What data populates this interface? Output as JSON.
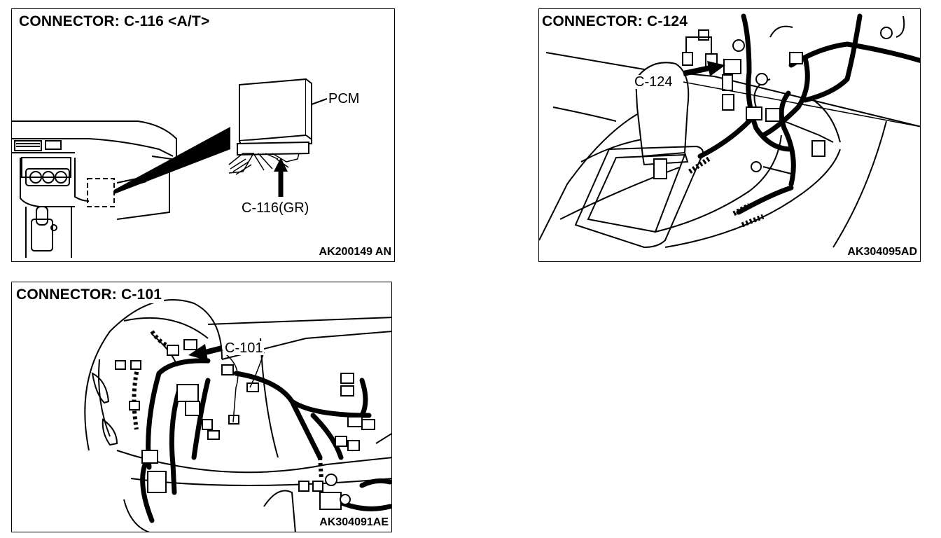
{
  "panels": {
    "c116": {
      "title": "CONNECTOR: C-116 <A/T>",
      "pcm_label": "PCM",
      "connector_label": "C-116(GR)",
      "figure_code": "AK200149 AN"
    },
    "c124": {
      "title": "CONNECTOR: C-124",
      "connector_label": "C-124",
      "figure_code": "AK304095AD"
    },
    "c101": {
      "title": "CONNECTOR: C-101",
      "connector_label": "C-101",
      "figure_code": "AK304091AE"
    }
  }
}
